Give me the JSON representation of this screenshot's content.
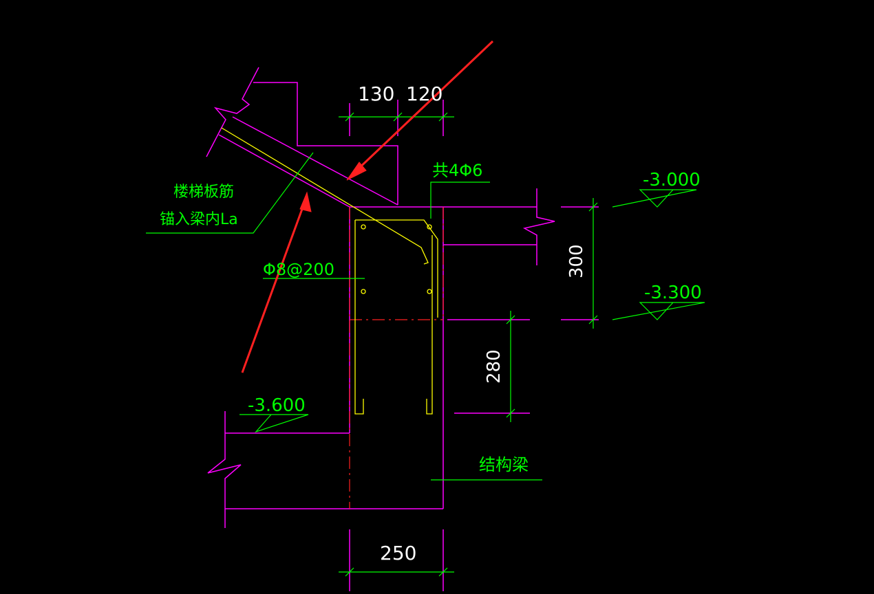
{
  "colors": {
    "background": "#000000",
    "outline": "#ff00ff",
    "rebar": "#ffff00",
    "dimension": "#00ff00",
    "label": "#00ff00",
    "dimension_text": "#ffffff",
    "centerline": "#ff0000",
    "arrow": "#ff2020"
  },
  "labels": {
    "stair_rebar_line1": "楼梯板筋",
    "stair_rebar_line2": "锚入梁内La",
    "stirrup": "Φ8@200",
    "longitudinal_bars": "共4Φ6",
    "structural_beam": "结构梁"
  },
  "elevations": {
    "top": "-3.000",
    "middle": "-3.300",
    "bottom": "-3.600"
  },
  "dimensions": {
    "top_left": "130",
    "top_right": "120",
    "right_height": "300",
    "beam_depth": "280",
    "beam_width": "250"
  }
}
